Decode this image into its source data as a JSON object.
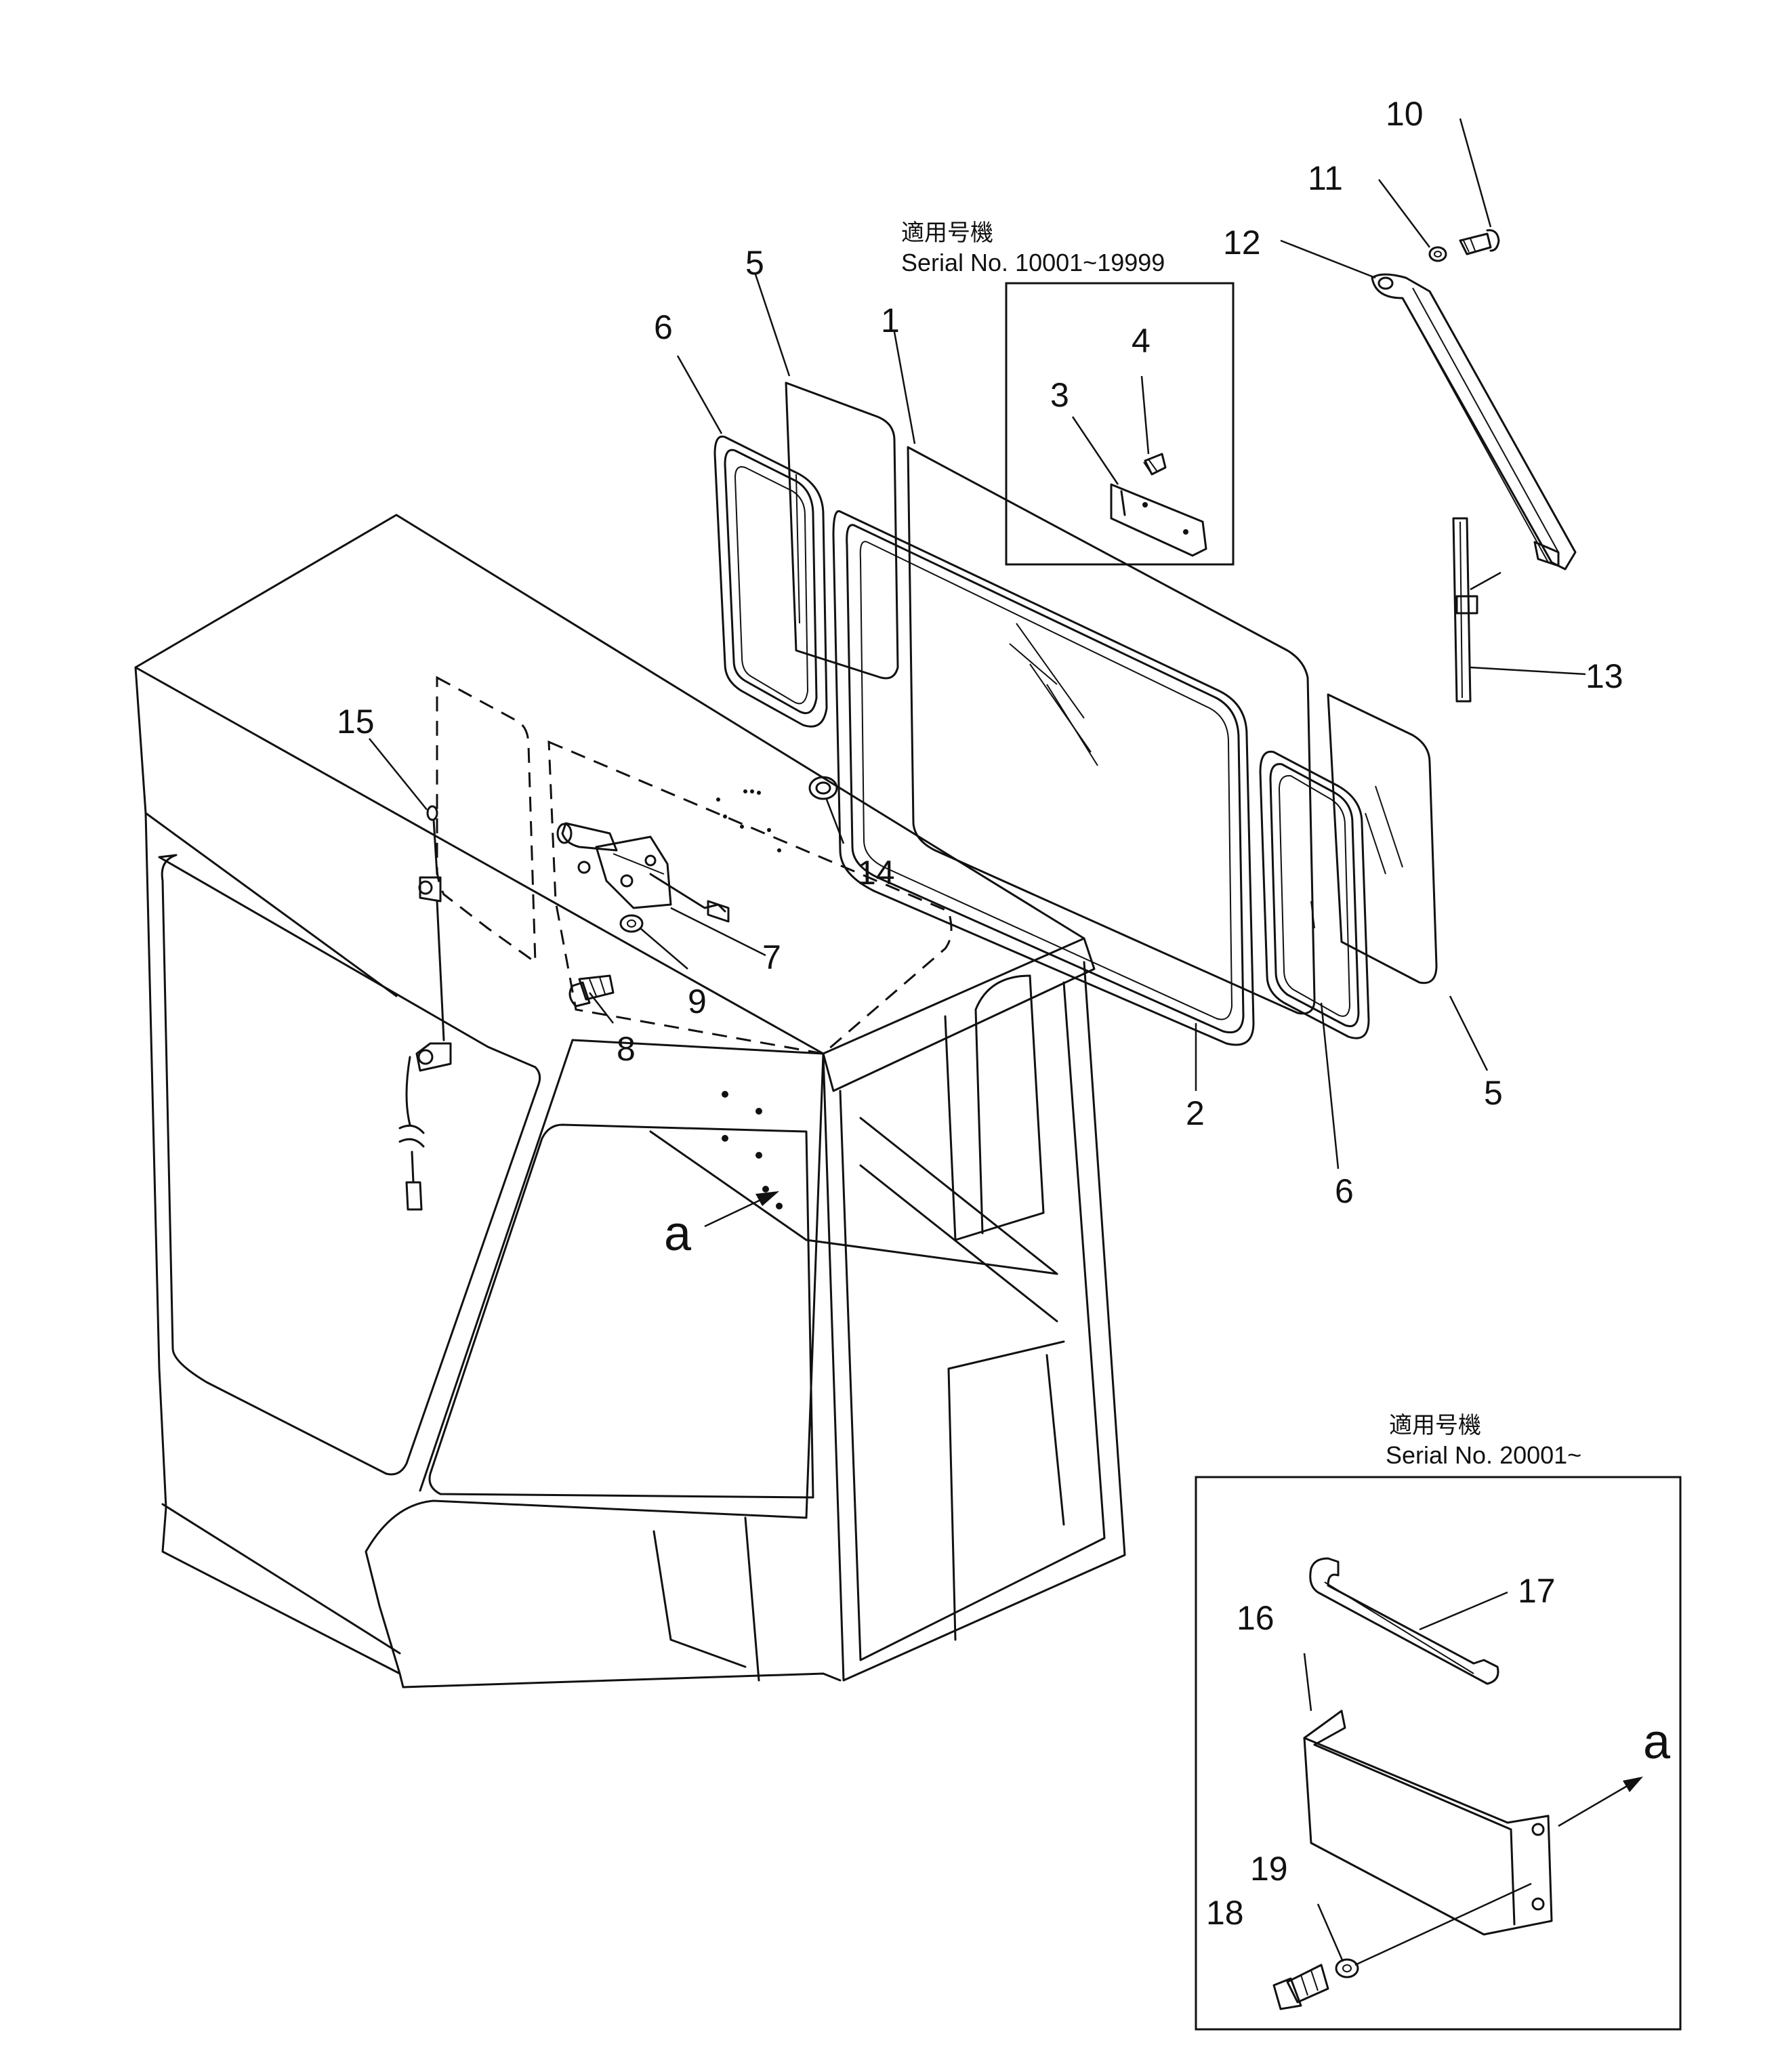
{
  "inset_top": {
    "jp_label": "適用号機",
    "serial_label": "Serial No. 10001~19999"
  },
  "inset_bottom": {
    "jp_label": "適用号機",
    "serial_label": "Serial No. 20001~"
  },
  "view_marker": "a",
  "callouts": {
    "c1": "1",
    "c2": "2",
    "c3": "3",
    "c4": "4",
    "c5a": "5",
    "c5b": "5",
    "c6a": "6",
    "c6b": "6",
    "c7": "7",
    "c8": "8",
    "c9": "9",
    "c10": "10",
    "c11": "11",
    "c12": "12",
    "c13": "13",
    "c14": "14",
    "c15": "15",
    "c16": "16",
    "c17": "17",
    "c18": "18",
    "c19": "19"
  }
}
